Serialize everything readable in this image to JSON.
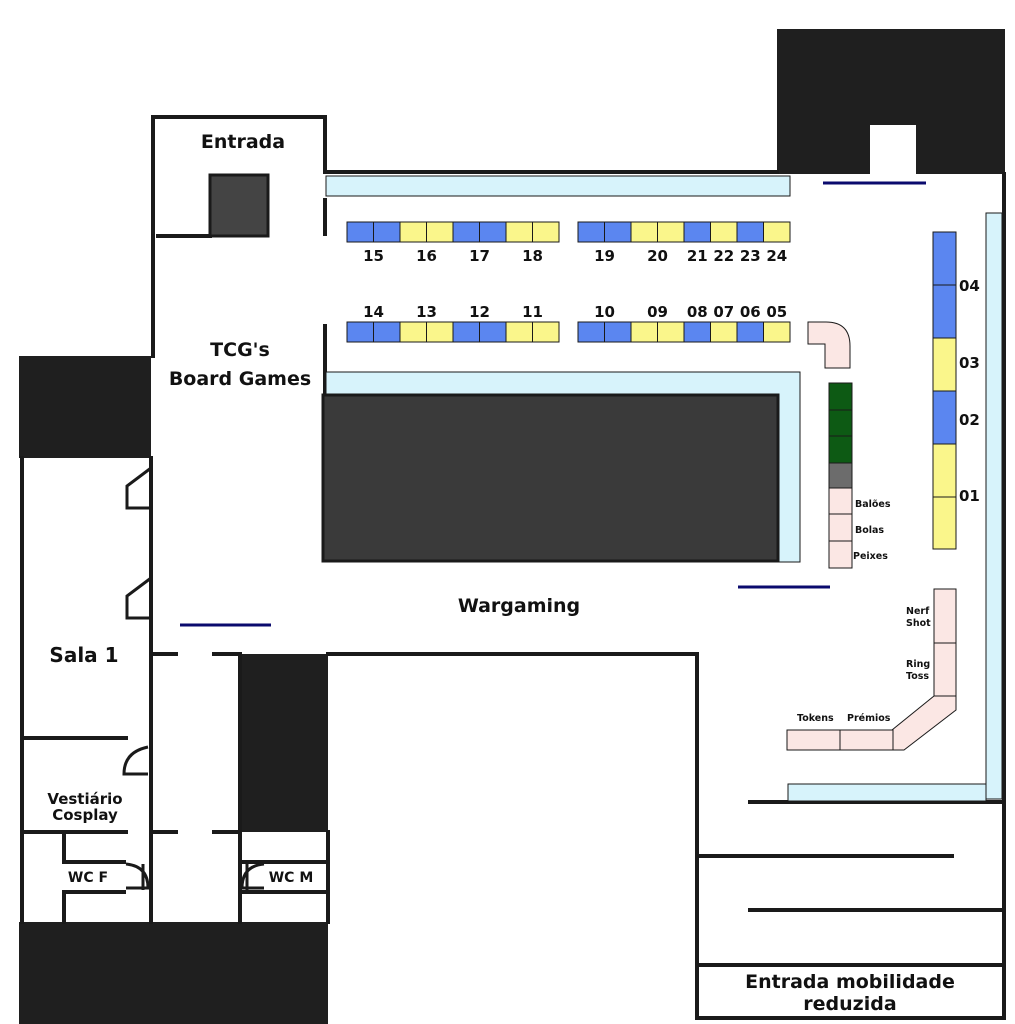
{
  "colors": {
    "wall": "#1a1a1a",
    "dark_block": "#1f1f1f",
    "table_area": "#3a3a3a",
    "entrance_block": "#444444",
    "light_blue_table": "#d7f3fb",
    "stand_blue": "#5b86f0",
    "stand_yellow": "#faf68b",
    "pink_stand": "#fbe7e4",
    "green_stand": "#0d5a14",
    "grey_stand": "#6c6c6c",
    "navy_line": "#0b0b6e"
  },
  "labels": {
    "entrada": "Entrada",
    "tcg_line1": "TCG's",
    "tcg_line2": "Board Games",
    "wargaming": "Wargaming",
    "sala1": "Sala 1",
    "vestiario_line1": "Vestiário",
    "vestiario_line2": "Cosplay",
    "wc_f": "WC F",
    "wc_m": "WC M",
    "mobilidade_line1": "Entrada mobilidade",
    "mobilidade_line2": "reduzida"
  },
  "stands": {
    "top_row_left": [
      "15",
      "16",
      "17",
      "18"
    ],
    "top_row_right": [
      "19",
      "20",
      "21",
      "22",
      "23",
      "24"
    ],
    "bottom_row_left": [
      "14",
      "13",
      "12",
      "11"
    ],
    "bottom_row_right": [
      "10",
      "09",
      "08",
      "07",
      "06",
      "05"
    ],
    "right_column": [
      "04",
      "03",
      "02",
      "01"
    ]
  },
  "games": {
    "baloes": "Balões",
    "bolas": "Bolas",
    "peixes": "Peixes",
    "nerf_line1": "Nerf",
    "nerf_line2": "Shot",
    "ring_line1": "Ring",
    "ring_line2": "Toss",
    "tokens": "Tokens",
    "premios": "Prémios"
  }
}
